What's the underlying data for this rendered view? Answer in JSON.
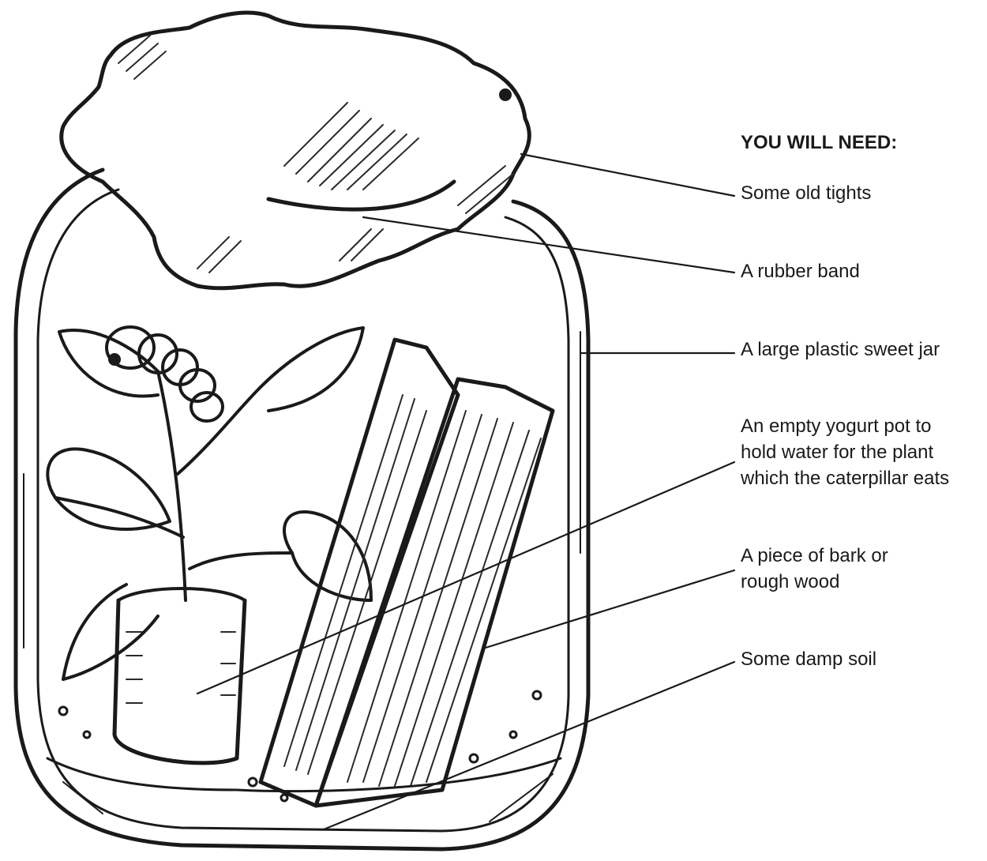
{
  "heading": "YOU WILL NEED:",
  "items": [
    {
      "lines": [
        "Some old tights"
      ],
      "icon": "tights-cover-icon"
    },
    {
      "lines": [
        "A rubber band"
      ],
      "icon": "rubber-band-icon"
    },
    {
      "lines": [
        "A large plastic sweet jar"
      ],
      "icon": "jar-icon"
    },
    {
      "lines": [
        "An empty yogurt pot to",
        "hold water for the plant",
        "which the caterpillar eats"
      ],
      "icon": "yogurt-pot-icon"
    },
    {
      "lines": [
        "A piece of bark or",
        "rough wood"
      ],
      "icon": "bark-icon"
    },
    {
      "lines": [
        "Some damp soil"
      ],
      "icon": "soil-icon"
    }
  ],
  "colors": {
    "ink": "#1a1a1a",
    "paper": "#ffffff",
    "hatch": "#2a2a2a"
  }
}
